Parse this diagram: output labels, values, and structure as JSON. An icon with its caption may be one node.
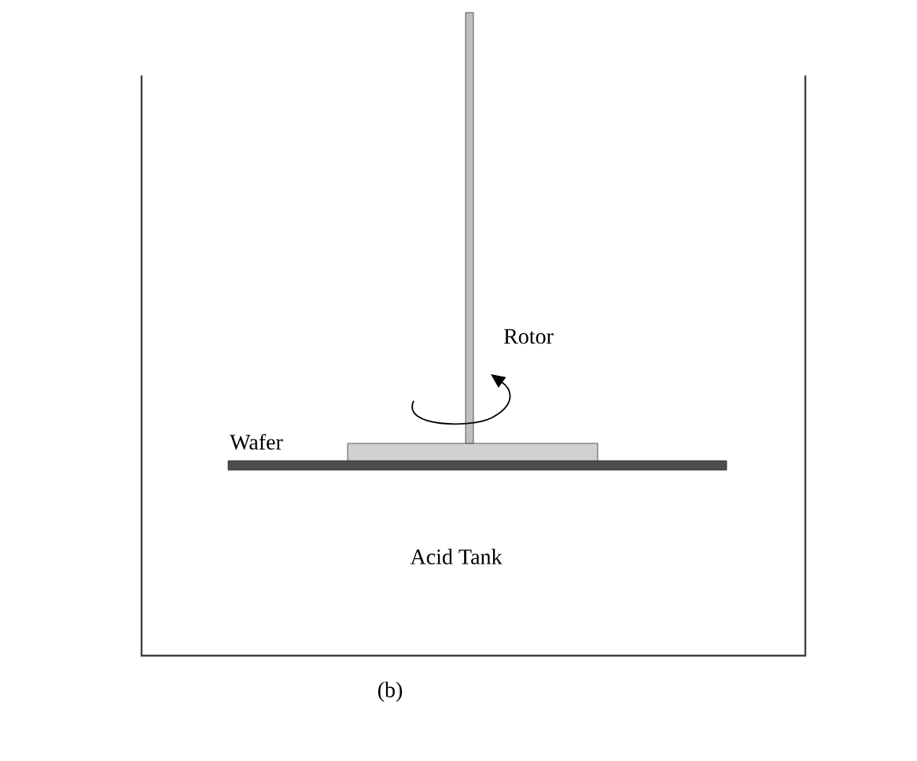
{
  "diagram": {
    "labels": [
      "Rotor",
      "Wafer",
      "Acid Tank",
      "(b)"
    ]
  }
}
